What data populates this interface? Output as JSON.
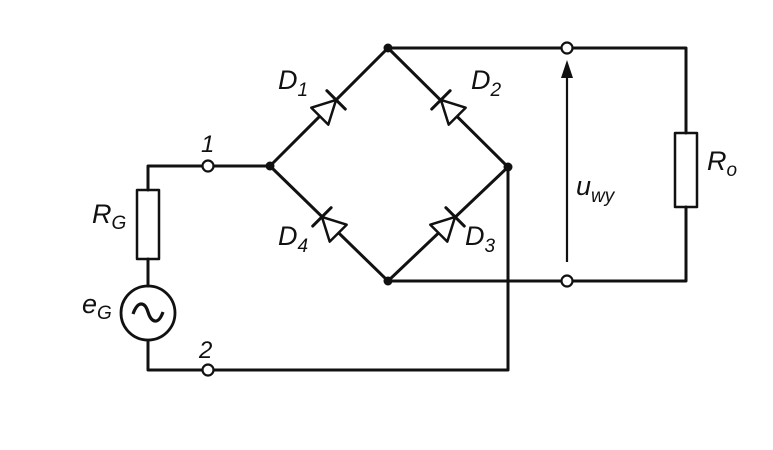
{
  "terminals": {
    "t1": "1",
    "t2": "2"
  },
  "components": {
    "rg": {
      "main": "R",
      "sub": "G"
    },
    "eg": {
      "main": "e",
      "sub": "G"
    },
    "d1": {
      "main": "D",
      "sub": "1"
    },
    "d2": {
      "main": "D",
      "sub": "2"
    },
    "d3": {
      "main": "D",
      "sub": "3"
    },
    "d4": {
      "main": "D",
      "sub": "4"
    },
    "ro": {
      "main": "R",
      "sub": "o"
    },
    "uwy": {
      "main": "u",
      "sub": "wy"
    }
  },
  "source_symbol": "~"
}
